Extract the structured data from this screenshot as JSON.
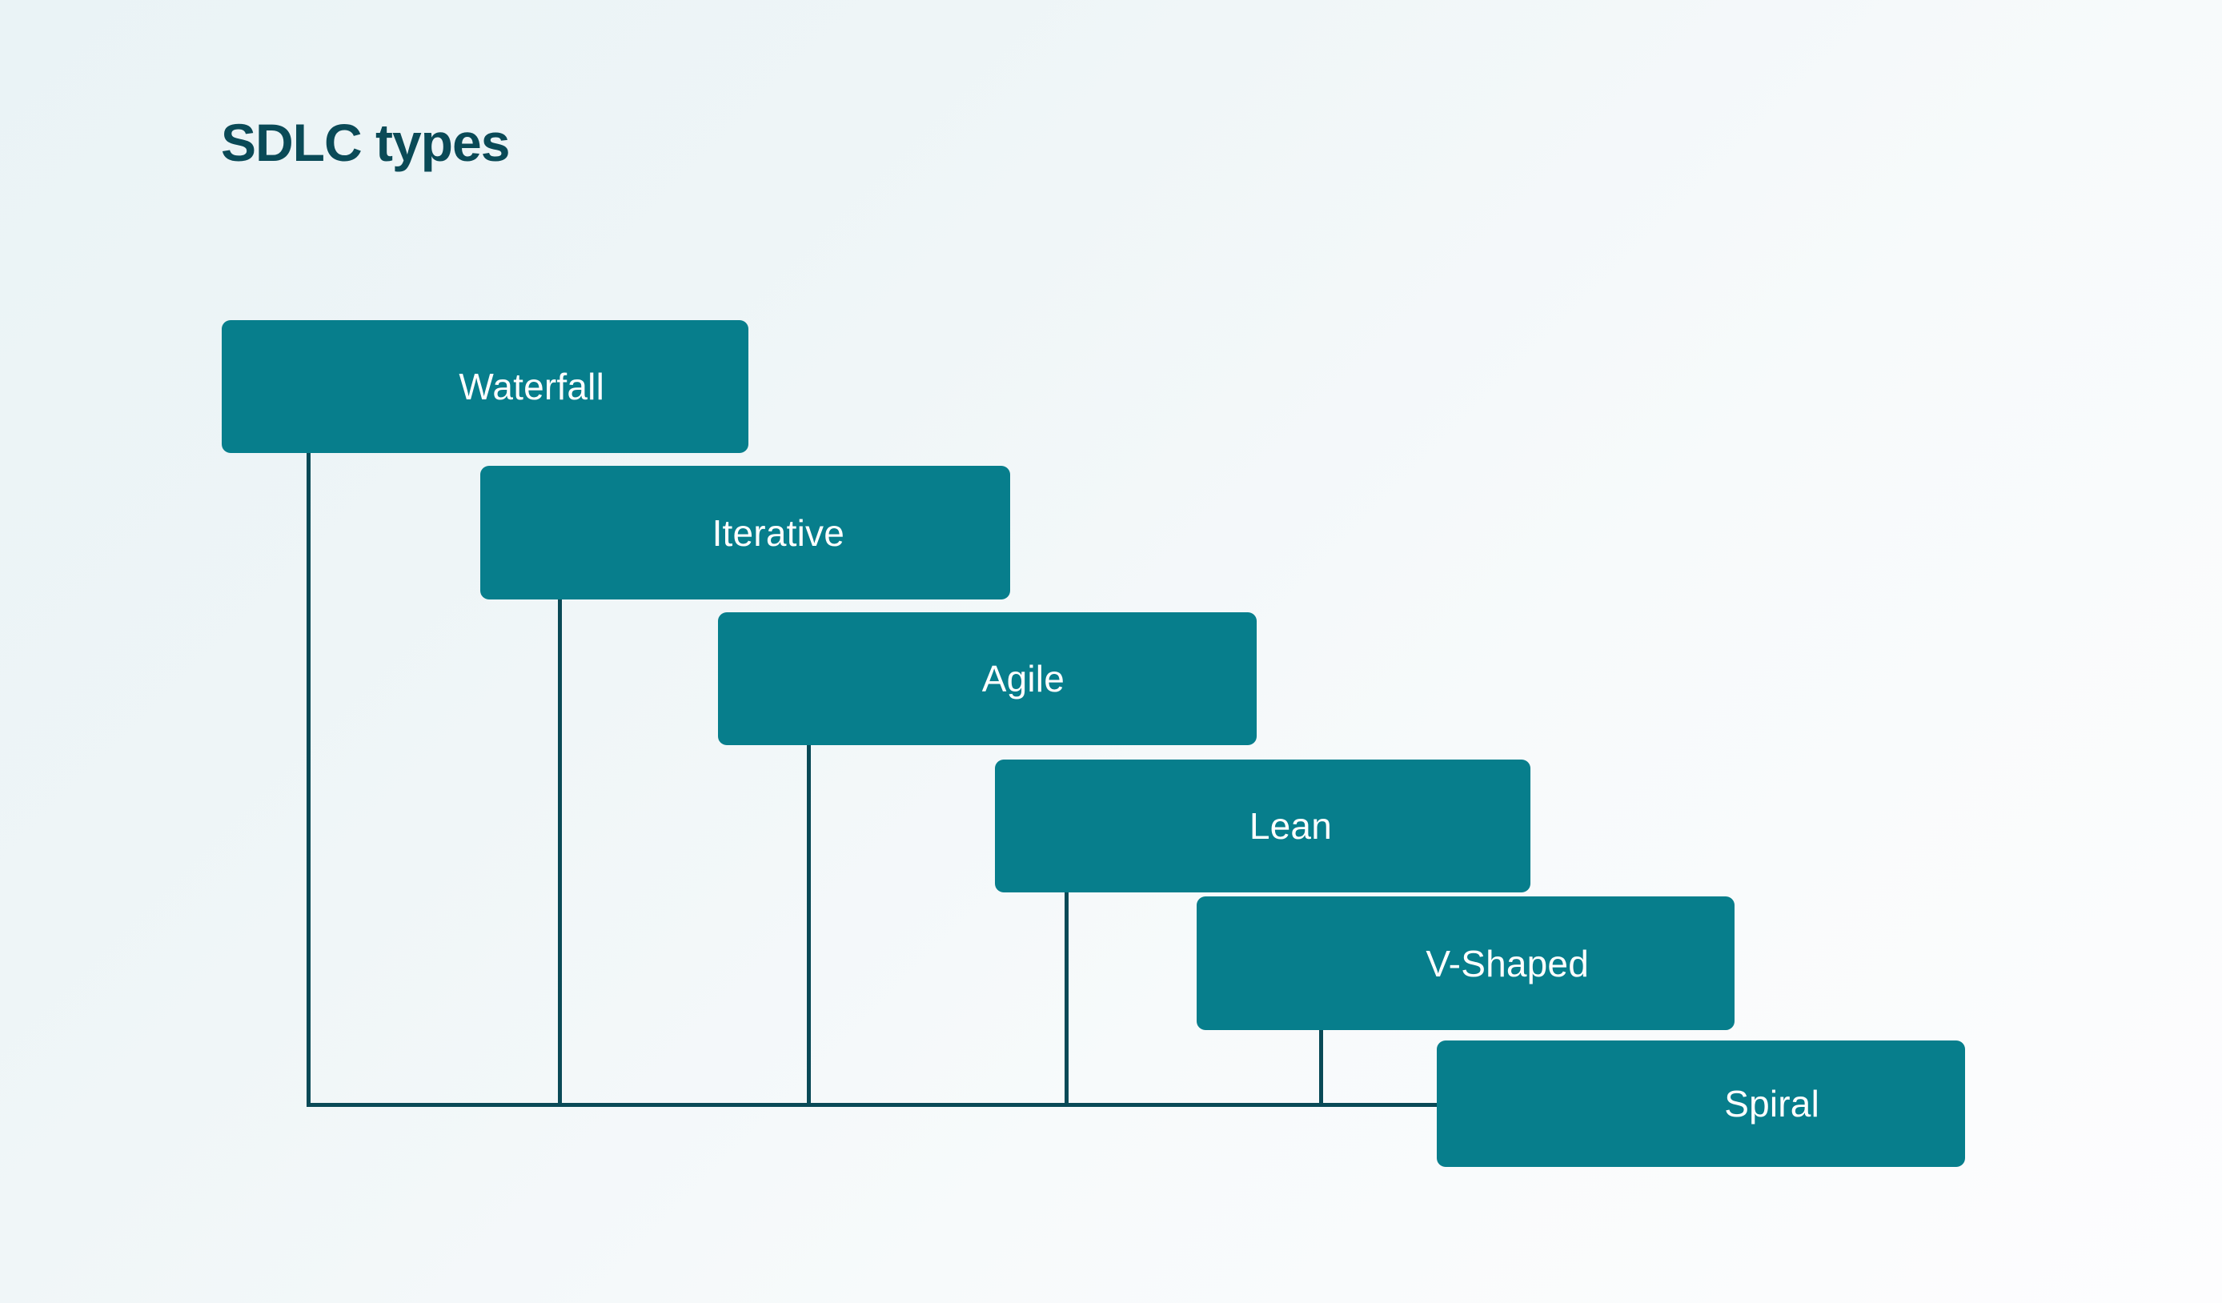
{
  "page": {
    "title": "SDLC types",
    "background_start": "#eaf3f6",
    "background_end": "#fdfdfe",
    "title_color": "#0a4a57"
  },
  "theme": {
    "box_fill": "#077e8c",
    "box_text": "#ffffff",
    "line_color": "#0a4a57"
  },
  "chart_data": {
    "type": "diagram",
    "title": "SDLC types",
    "layout": "descending-staircase",
    "categories": [
      "Waterfall",
      "Iterative",
      "Agile",
      "Lean",
      "V-Shaped",
      "Spiral"
    ],
    "steps": [
      {
        "label": "Waterfall",
        "step": 1
      },
      {
        "label": "Iterative",
        "step": 2
      },
      {
        "label": "Agile",
        "step": 3
      },
      {
        "label": "Lean",
        "step": 4
      },
      {
        "label": "V-Shaped",
        "step": 5
      },
      {
        "label": "Spiral",
        "step": 6
      }
    ],
    "legend": [],
    "annotations": [],
    "grid": false
  },
  "diagram": {
    "steps": [
      {
        "label": "Waterfall"
      },
      {
        "label": "Iterative"
      },
      {
        "label": "Agile"
      },
      {
        "label": "Lean"
      },
      {
        "label": "V-Shaped"
      },
      {
        "label": "Spiral"
      }
    ]
  }
}
